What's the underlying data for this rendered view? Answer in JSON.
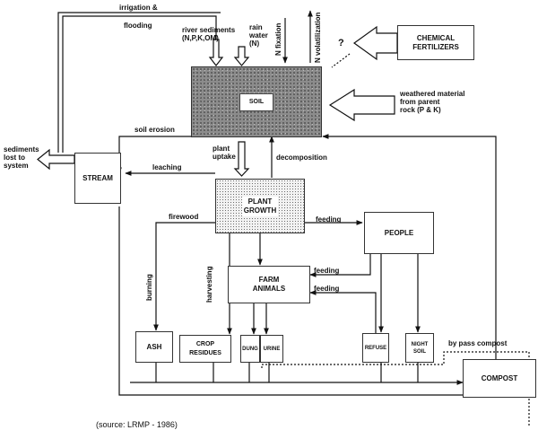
{
  "nodes": {
    "soil": "SOIL",
    "chemical_fertilizers": "CHEMICAL\nFERTILIZERS",
    "stream": "STREAM",
    "plant_growth": "PLANT\nGROWTH",
    "people": "PEOPLE",
    "farm_animals": "FARM\nANIMALS",
    "ash": "ASH",
    "crop_residues": "CROP\nRESIDUES",
    "dung": "DUNG",
    "urine": "URINE",
    "refuse": "REFUSE",
    "night_soil": "NIGHT\nSOIL",
    "compost": "COMPOST"
  },
  "labels": {
    "irrigation": "irrigation &",
    "flooding": "flooding",
    "river_sediments": "river sediments\n(N,P,K,OM)",
    "rain_water": "rain\nwater\n(N)",
    "n_fixation": "N fixation",
    "n_volatilization": "N volatilization",
    "question": "?",
    "weathered": "weathered material\nfrom parent\nrock (P & K)",
    "soil_erosion": "soil erosion",
    "sediments_lost": "sediments\nlost to\nsystem",
    "leaching": "leaching",
    "plant_uptake": "plant\nuptake",
    "decomposition": "decomposition",
    "firewood": "firewood",
    "feeding1": "feeding",
    "feeding2": "feeding",
    "feeding3": "feeding",
    "burning": "burning",
    "harvesting": "harvesting",
    "bypass": "by pass compost"
  },
  "source": "(source: LRMP - 1986)"
}
